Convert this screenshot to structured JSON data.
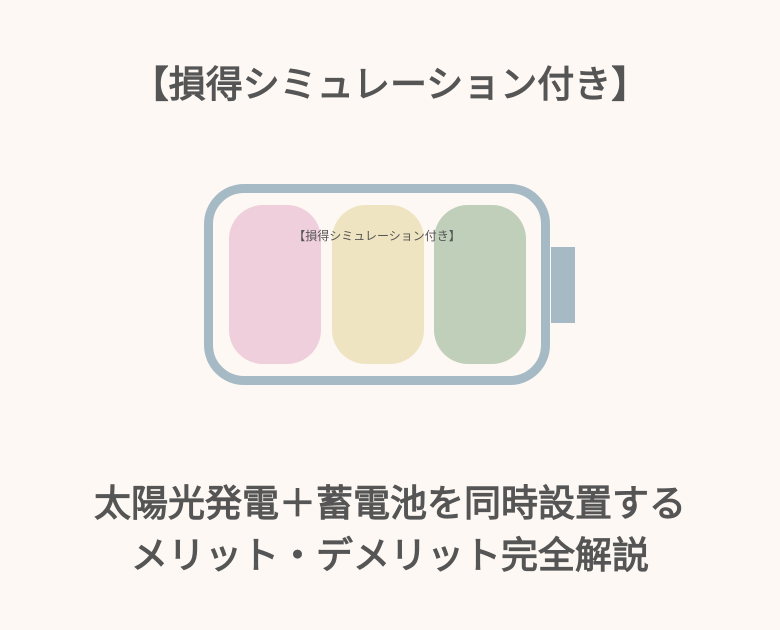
{
  "header": {
    "subtitle": "【損得シミュレーション付き】"
  },
  "illustration": {
    "type": "battery",
    "label": "【損得シミュレーション付き】",
    "colors": {
      "outline": "#a6bac6",
      "cell_1": "#efcfdc",
      "cell_2": "#efe4c2",
      "cell_3": "#bfcfb9"
    }
  },
  "title": {
    "line1": "太陽光発電＋蓄電池を同時設置する",
    "line2": "メリット・デメリット完全解説"
  }
}
